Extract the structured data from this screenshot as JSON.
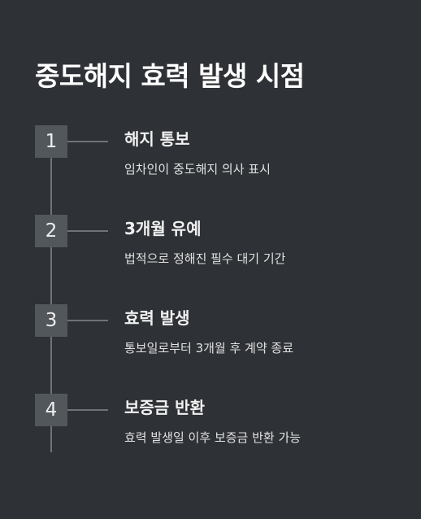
{
  "title": "중도해지 효력 발생 시점",
  "steps": [
    {
      "number": "1",
      "title": "해지 통보",
      "description": "임차인이 중도해지 의사 표시"
    },
    {
      "number": "2",
      "title": "3개월 유예",
      "description": "법적으로 정해진 필수 대기 기간"
    },
    {
      "number": "3",
      "title": "효력 발생",
      "description": "통보일로부터 3개월 후 계약 종료"
    },
    {
      "number": "4",
      "title": "보증금 반환",
      "description": "효력 발생일 이후 보증금 반환 가능"
    }
  ],
  "colors": {
    "background": "#2e3135",
    "step_box": "#52575c",
    "connector": "#6f7378",
    "text": "#ffffff"
  }
}
